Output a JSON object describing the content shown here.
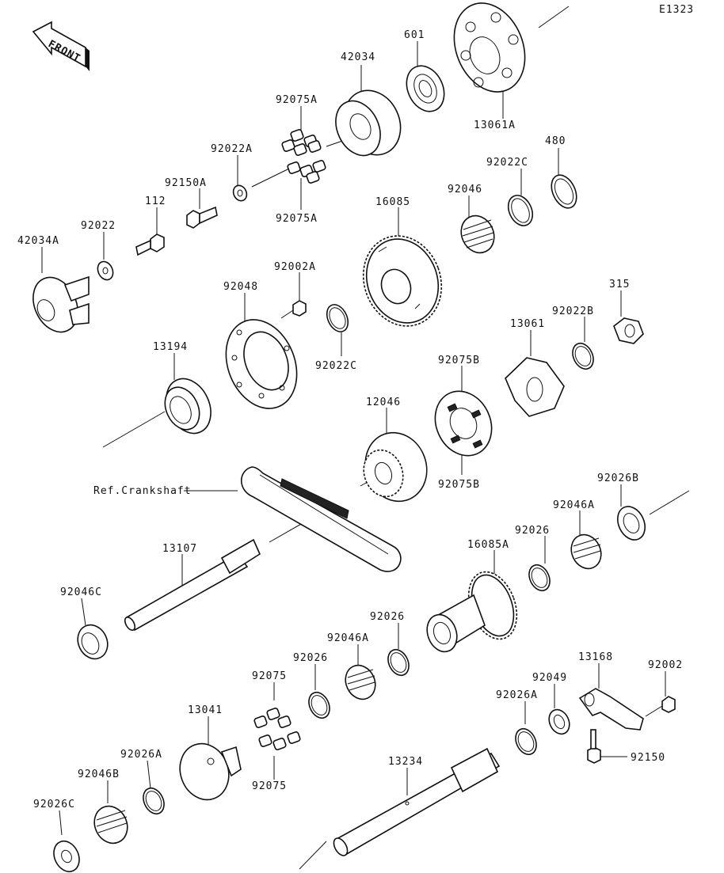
{
  "diagram": {
    "code": "E1323",
    "front_label": "FRONT",
    "crankshaft_ref": "Ref.Crankshaft",
    "parts": [
      {
        "id": "p42034",
        "label": "42034"
      },
      {
        "id": "p601",
        "label": "601"
      },
      {
        "id": "p13061A",
        "label": "13061A"
      },
      {
        "id": "p92075A_top",
        "label": "92075A"
      },
      {
        "id": "p92022A",
        "label": "92022A"
      },
      {
        "id": "p92075A_bot",
        "label": "92075A"
      },
      {
        "id": "p92150A",
        "label": "92150A"
      },
      {
        "id": "p112",
        "label": "112"
      },
      {
        "id": "p92022",
        "label": "92022"
      },
      {
        "id": "p42034A",
        "label": "42034A"
      },
      {
        "id": "p92022C_top",
        "label": "92022C"
      },
      {
        "id": "p480",
        "label": "480"
      },
      {
        "id": "p92046",
        "label": "92046"
      },
      {
        "id": "p16085",
        "label": "16085"
      },
      {
        "id": "p92002A",
        "label": "92002A"
      },
      {
        "id": "p92048",
        "label": "92048"
      },
      {
        "id": "p92022C_mid",
        "label": "92022C"
      },
      {
        "id": "p315",
        "label": "315"
      },
      {
        "id": "p92022B",
        "label": "92022B"
      },
      {
        "id": "p13061",
        "label": "13061"
      },
      {
        "id": "p13194",
        "label": "13194"
      },
      {
        "id": "p92075B_top",
        "label": "92075B"
      },
      {
        "id": "p12046",
        "label": "12046"
      },
      {
        "id": "p92075B_bot",
        "label": "92075B"
      },
      {
        "id": "p92026B",
        "label": "92026B"
      },
      {
        "id": "p92046A_top",
        "label": "92046A"
      },
      {
        "id": "p92026_top",
        "label": "92026"
      },
      {
        "id": "p16085A",
        "label": "16085A"
      },
      {
        "id": "p13107",
        "label": "13107"
      },
      {
        "id": "p92046C",
        "label": "92046C"
      },
      {
        "id": "p92026_mid",
        "label": "92026"
      },
      {
        "id": "p92046A_mid",
        "label": "92046A"
      },
      {
        "id": "p92026_low",
        "label": "92026"
      },
      {
        "id": "p92075_top",
        "label": "92075"
      },
      {
        "id": "p13168",
        "label": "13168"
      },
      {
        "id": "p92002",
        "label": "92002"
      },
      {
        "id": "p92049",
        "label": "92049"
      },
      {
        "id": "p92026A_right",
        "label": "92026A"
      },
      {
        "id": "p92150",
        "label": "92150"
      },
      {
        "id": "p13041",
        "label": "13041"
      },
      {
        "id": "p92026A_left",
        "label": "92026A"
      },
      {
        "id": "p92075_bot",
        "label": "92075"
      },
      {
        "id": "p13234",
        "label": "13234"
      },
      {
        "id": "p92046B",
        "label": "92046B"
      },
      {
        "id": "p92026C",
        "label": "92026C"
      }
    ]
  }
}
